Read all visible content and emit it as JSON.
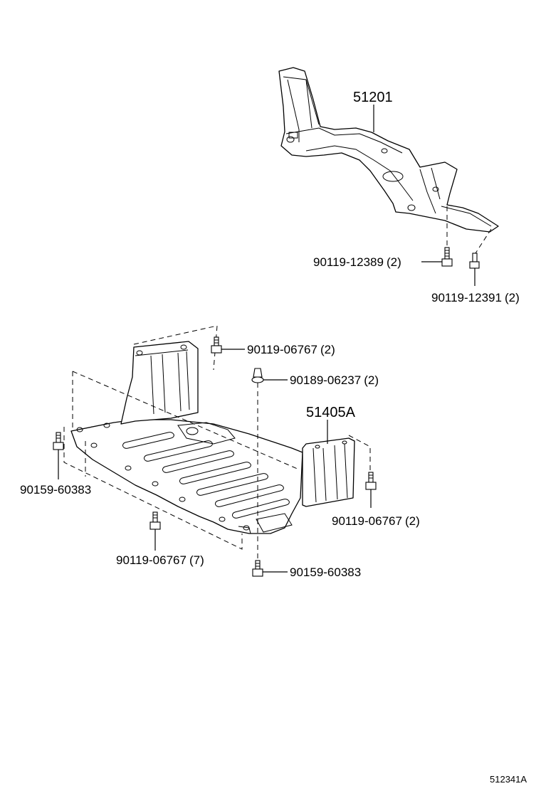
{
  "parts": {
    "crossmember": "51201",
    "under_cover": "51405A",
    "bolt_top_left": "90119-12389",
    "bolt_top_left_qty": "(2)",
    "bolt_top_right": "90119-12391",
    "bolt_top_right_qty": "(2)",
    "bolt_upper": "90119-06767",
    "bolt_upper_qty": "(2)",
    "clip": "90189-06237",
    "clip_qty": "(2)",
    "bolt_left": "90159-60383",
    "bolt_right": "90119-06767",
    "bolt_right_qty": "(2)",
    "bolt_bottom": "90119-06767",
    "bolt_bottom_qty": "(7)",
    "bolt_lower": "90159-60383"
  },
  "reference_code": "512341A"
}
